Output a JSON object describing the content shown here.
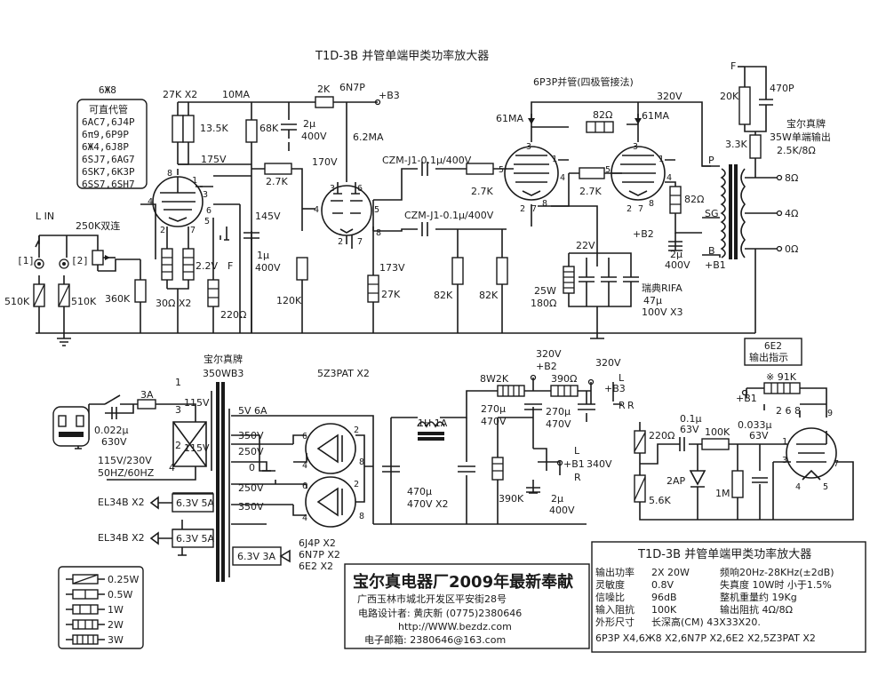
{
  "title": "T1D-3B  并管单端甲类功率放大器",
  "tube_6j8": "6Ж8",
  "subs": {
    "heading": "可直代管",
    "list": [
      "6AC7,6J4P",
      "6π9,6P9P",
      "6Ж4,6J8P",
      "6SJ7,6AG7",
      "6SK7,6K3P",
      "6SS7,6SH7"
    ]
  },
  "top": {
    "r27k": "27K X2",
    "r13k5": "13.5K",
    "i10ma": "10MA",
    "r2k": "2K",
    "n6n7p": "6N7P",
    "b3": "+B3",
    "r68k": "68K",
    "c2u": "2μ",
    "c2u_v": "400V",
    "i62ma": "6.2MA",
    "v175": "175V",
    "v170": "170V",
    "r2k7": "2.7K",
    "lin": "L IN",
    "pot": "250K双连",
    "ch1": "[1]",
    "ch2": "[2]",
    "r510a": "510K",
    "r510b": "510K",
    "r360k": "360K",
    "v145": "145V",
    "c1u": "1μ",
    "c1u_v": "400V",
    "v22": "2.2V",
    "f": "F",
    "r30": "30Ω X2",
    "r220": "220Ω",
    "r120k": "120K",
    "v173": "173V",
    "r27k2": "27K",
    "p1": "8",
    "p2": "1",
    "p3": "3",
    "p4": "6",
    "p5": "5",
    "p6": "2",
    "p7": "7",
    "p8": "4",
    "p9": "3",
    "p10": "6",
    "p11": "4",
    "p12": "5",
    "p13": "2",
    "p14": "7",
    "p15": "8"
  },
  "output": {
    "header": "6P3P并管(四极管接法)",
    "v320": "320V",
    "i61a": "61MA",
    "i61b": "61MA",
    "r82": "82Ω",
    "cz1": "CZM-J1-0.1μ/400V",
    "cz2": "CZM-J1-0.1μ/400V",
    "r2k7a": "2.7K",
    "r2k7b": "2.7K",
    "r82b": "82Ω",
    "r82ka": "82K",
    "r82kb": "82K",
    "v22": "22V",
    "b2": "+B2",
    "c2u": "2μ",
    "c2u_v": "400V",
    "r25w": "25W",
    "r180": "180Ω",
    "rifa": "瑞典RIFA",
    "rifa_c": "47μ",
    "rifa_v": "100V X3",
    "p": "P",
    "sg": "SG",
    "b": "B",
    "b1": "+B1",
    "pa3": "3",
    "pa5": "5",
    "pa1": "1",
    "pa4": "4",
    "pa2": "2",
    "pa7": "7",
    "pa8": "8",
    "pb3": "3",
    "pb5": "5",
    "pb1": "1",
    "pb4": "4",
    "pb2": "2",
    "pb7": "7",
    "pb8": "8"
  },
  "feedback": {
    "f": "F",
    "r20k": "20K",
    "c470p": "470P",
    "r3k3": "3.3K",
    "brand": "宝尔真牌",
    "spec1": "35W单端输出",
    "spec2": "2.5K/8Ω",
    "o8": "8Ω",
    "o4": "4Ω",
    "o0": "0Ω"
  },
  "psu": {
    "brand": "宝尔真牌",
    "model": "350WB3",
    "rect": "5Z3PAT X2",
    "fuse": "3A",
    "cap": "0.022μ",
    "cap_v": "630V",
    "v115a": "115V",
    "v115b": "115V",
    "mains1": "115V/230V",
    "mains2": "50HZ/60HZ",
    "n1": "1",
    "n2": "2",
    "n3": "3",
    "n4": "4",
    "s5v": "5V 6A",
    "s350a": "350V",
    "s250a": "250V",
    "s0": "0",
    "s250b": "250V",
    "s350b": "350V",
    "el1": "EL34B X2",
    "el2": "EL34B X2",
    "h63a": "6.3V 5A",
    "h63b": "6.3V 5A",
    "h63c": "6.3V 3A",
    "tubes": [
      "6J4P X2",
      "6N7P X2",
      "6E2  X2"
    ],
    "choke": "1H 1A",
    "c470": "470μ",
    "c470_v": "470V X2",
    "r8w": "8W2K",
    "v320a": "320V",
    "b2": "+B2",
    "c270a": "270μ",
    "c270a_v": "470V",
    "r390": "390Ω",
    "v320b": "320V",
    "b3": "+B3",
    "c270b": "270μ",
    "c270b_v": "470V",
    "r390k": "390K",
    "c2u": "2μ",
    "c2u_v": "400V",
    "l1": "L",
    "b1": "+B1",
    "v340": "340V",
    "r1": "R",
    "l2": "L",
    "r2": "R",
    "rp6": "6",
    "rp4": "4",
    "rp2": "2",
    "rp8": "8",
    "rq6": "6",
    "rq4": "4",
    "rq2": "2",
    "rq8": "8"
  },
  "indicator": {
    "label1": "6E2",
    "label2": "输出指示",
    "r91k": "※ 91K",
    "b1": "+B1",
    "pins": "2 6 8",
    "r220": "220Ω",
    "c01": "0.1μ",
    "c01_v": "63V",
    "r100k": "100K",
    "c033": "0.033μ",
    "c033_v": "63V",
    "r56k": "5.6K",
    "d2ap": "2AP",
    "r1m": "1M",
    "p9": "9",
    "p1": "1",
    "p3": "3",
    "p4": "4",
    "p5": "5",
    "p7": "7"
  },
  "legend": [
    "0.25W",
    "0.5W",
    "1W",
    "2W",
    "3W"
  ],
  "maker": {
    "name": "宝尔真电器厂2009年最新奉献",
    "addr": "广西玉林市城北开发区平安街28号",
    "designer": "电路设计者: 黄庆新   (0775)2380646",
    "web": "http://WWW.bezdz.com",
    "mail": "电子邮箱: 2380646@163.com"
  },
  "specs": {
    "title": "T1D-3B  并管单端甲类功率放大器",
    "rows": [
      [
        "输出功率",
        "2X 20W",
        "频响20Hz-28KHz(±2dB)"
      ],
      [
        "灵敏度",
        "0.8V",
        "失真度   10W时 小于1.5%"
      ],
      [
        "信噪比",
        "96dB",
        "整机重量约 19Kg"
      ],
      [
        "输入阻抗",
        "100K",
        "输出阻抗   4Ω/8Ω"
      ],
      [
        "外形尺寸",
        "长深高(CM) 43X33X20.",
        ""
      ]
    ],
    "tubes": "6P3P X4,6Ж8 X2,6N7P X2,6E2 X2,5Z3PAT X2"
  }
}
